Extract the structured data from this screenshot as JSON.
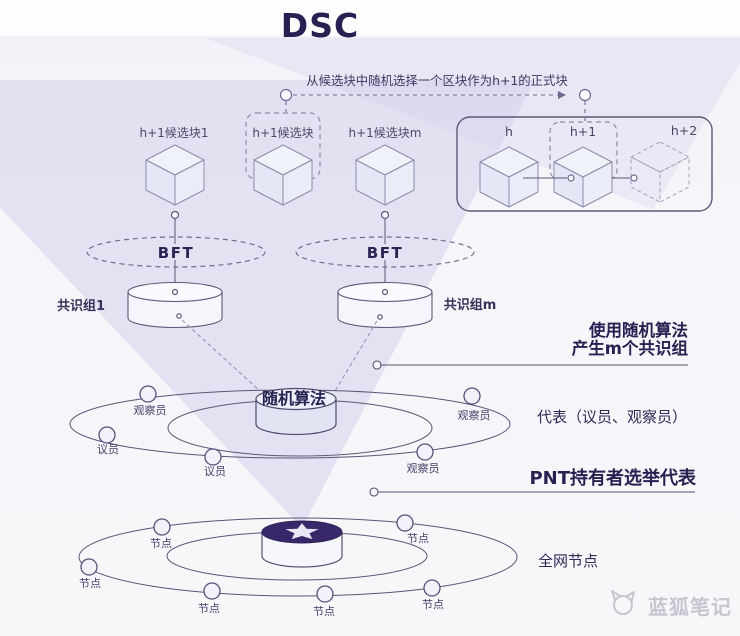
{
  "title": "DSC",
  "annotation": "从候选块中随机选择一个区块作为h+1的正式块",
  "candidate_blocks": [
    {
      "label": "h+1候选块1"
    },
    {
      "label": "h+1候选块"
    },
    {
      "label": "h+1候选块m"
    }
  ],
  "chain_panel": {
    "blocks": [
      {
        "label": "h"
      },
      {
        "label": "h+1"
      },
      {
        "label": "h+2"
      }
    ]
  },
  "bft_labels": [
    "BFT",
    "BFT"
  ],
  "consensus_group_labels": [
    "共识组1",
    "共识组m"
  ],
  "random_algorithm_label": "随机算法",
  "captions": {
    "consensus_line1": "使用随机算法",
    "consensus_line2": "产生m个共识组",
    "representatives": "代表（议员、观察员）",
    "election": "PNT持有者选举代表",
    "network": "全网节点"
  },
  "rep_orbit_nodes": [
    {
      "label": "观察员"
    },
    {
      "label": "议员"
    },
    {
      "label": "议员"
    },
    {
      "label": "观察员"
    },
    {
      "label": "观察员"
    }
  ],
  "network_orbit_nodes": [
    {
      "label": "节点"
    },
    {
      "label": "节点"
    },
    {
      "label": "节点"
    },
    {
      "label": "节点"
    },
    {
      "label": "节点"
    },
    {
      "label": "节点"
    }
  ],
  "watermark": "蓝狐笔记",
  "colors": {
    "accent_dark": "#262150",
    "funnel": "#e9e8f4",
    "line": "#56517a",
    "cube_fill": "#eaedf8",
    "star_ring": "#38286a",
    "watermark": "#c6c5d0"
  }
}
